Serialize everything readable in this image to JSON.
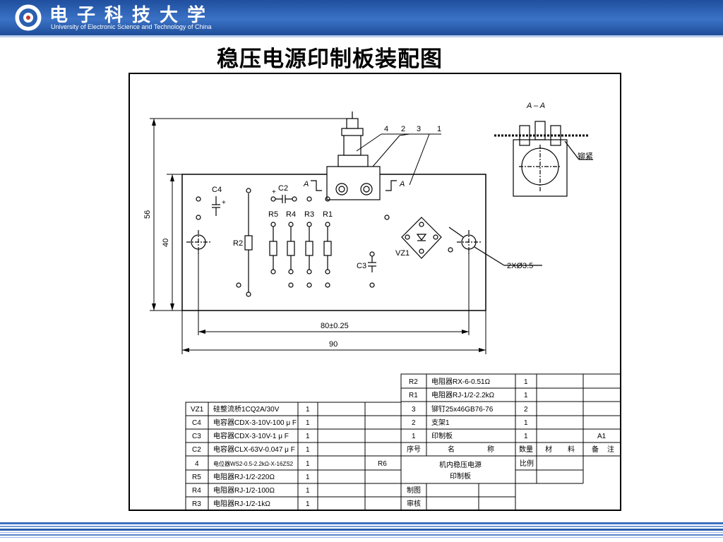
{
  "header": {
    "university_cn": "电子科技大学",
    "university_en": "University of Electronic Science and Technology of China",
    "colors": {
      "bar": "#2b5fb0",
      "text": "#ffffff"
    }
  },
  "title": "稳压电源印制板装配图",
  "drawing": {
    "section_label": "A – A",
    "rivet_label": "铆紧",
    "part_callouts": [
      "4",
      "2",
      "3",
      "1"
    ],
    "section_marks": [
      "A",
      "A"
    ],
    "components": {
      "c4": "C4",
      "c2": "C2",
      "c3": "C3",
      "r2": "R2",
      "r5": "R5",
      "r4": "R4",
      "r3": "R3",
      "r1": "R1",
      "vz1": "VZ1",
      "plus": "+"
    },
    "dimensions": {
      "height_56": "56",
      "height_40": "40",
      "hole_spacing": "80±0.25",
      "width_90": "90",
      "hole_dia": "2XØ3.5"
    }
  },
  "bom_left": {
    "rows": [
      [
        "VZ1",
        "硅整流桥1CQ2A/30V",
        "1",
        "",
        "",
        ""
      ],
      [
        "C4",
        "电容器CDX-3-10V-100 μ F",
        "1",
        "",
        "",
        ""
      ],
      [
        "C3",
        "电容器CDX-3-10V-1 μ F",
        "1",
        "",
        "",
        ""
      ],
      [
        "C2",
        "电容器CLX-63V-0.047 μ F",
        "1",
        "",
        "",
        ""
      ],
      [
        "4",
        "电位器WS2-0.5-2.2kΩ-X-16ZS2",
        "1",
        "",
        "",
        "R6"
      ],
      [
        "R5",
        "电阻器RJ-1/2-220Ω",
        "1",
        "",
        "",
        ""
      ],
      [
        "R4",
        "电阻器RJ-1/2-100Ω",
        "1",
        "",
        "",
        ""
      ],
      [
        "R3",
        "电阻器RJ-1/2-1kΩ",
        "1",
        "",
        "",
        ""
      ]
    ]
  },
  "bom_right": {
    "rows": [
      [
        "R2",
        "电阻器RX-6-0.51Ω",
        "1",
        "",
        ""
      ],
      [
        "R1",
        "电阻器RJ-1/2-2.2kΩ",
        "1",
        "",
        ""
      ],
      [
        "3",
        "铆钉25x46GB76-76",
        "2",
        "",
        ""
      ],
      [
        "2",
        "支架1",
        "1",
        "",
        ""
      ],
      [
        "1",
        "印制板",
        "1",
        "",
        "A1"
      ]
    ],
    "header": [
      "序号",
      "名",
      "称",
      "数量",
      "材",
      "料",
      "备",
      "注"
    ]
  },
  "title_block": {
    "name_line1": "机内稳压电源",
    "name_line2": "印制板",
    "scale_label": "比例",
    "drawn_label": "制图",
    "checked_label": "审核"
  }
}
